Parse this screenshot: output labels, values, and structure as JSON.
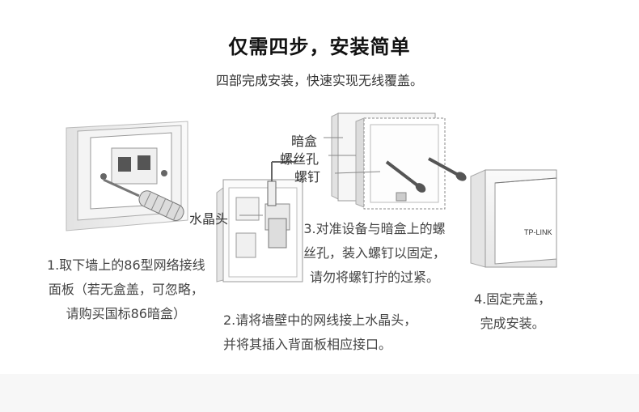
{
  "header": {
    "title": "仅需四步，安装简单",
    "subtitle": "四部完成安装，快速实现无线覆盖。"
  },
  "steps": [
    {
      "lines": [
        "1.取下墙上的86型网络接线",
        "面板（若无盒盖，可忽略，",
        "请购买国标86暗盒）"
      ]
    },
    {
      "lines": [
        "2.请将墙壁中的网线接上水晶头，",
        "并将其插入背面板相应接口。"
      ]
    },
    {
      "lines": [
        "3.对准设备与暗盒上的螺",
        "丝孔，装入螺钉以固定，",
        "请勿将螺钉拧的过紧。"
      ]
    },
    {
      "lines": [
        "4.固定壳盖，",
        "完成安装。"
      ]
    }
  ],
  "labels": {
    "rj45": "水晶头",
    "box": "暗盒",
    "screw_hole": "螺丝孔",
    "screw": "螺钉"
  },
  "device_logo": "TP-LINK"
}
